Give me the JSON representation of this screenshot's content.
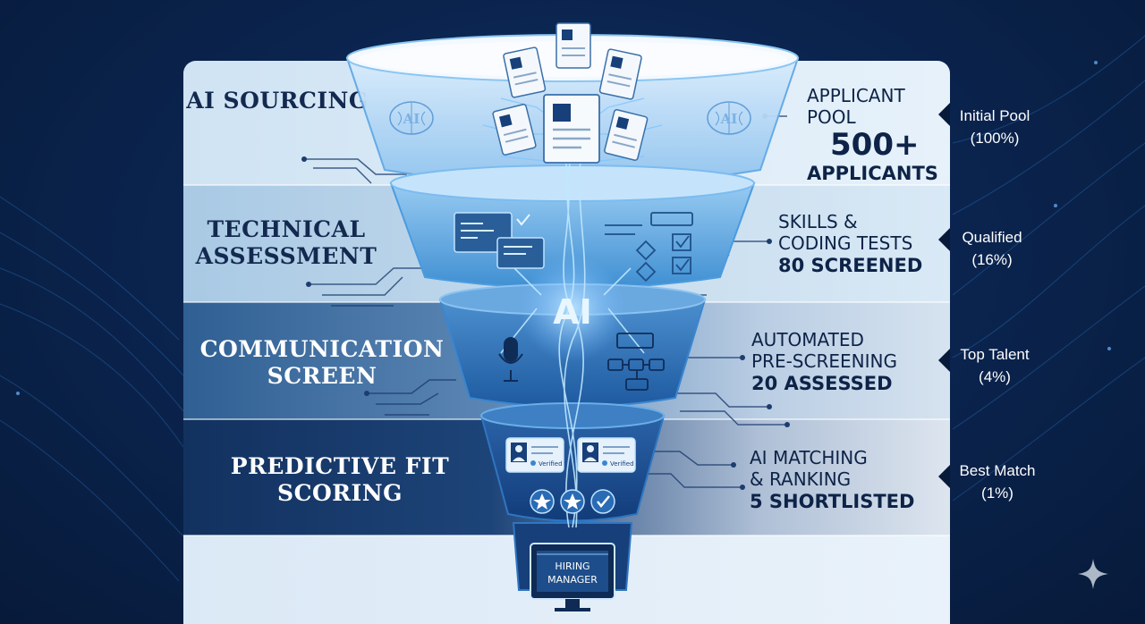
{
  "stages": [
    {
      "title": "AI SOURCING",
      "label": "APPLICANT POOL",
      "value_big": "500+",
      "value": "APPLICANTS",
      "pct_label": "Initial Pool",
      "pct_value": "(100%)"
    },
    {
      "title": "TECHNICAL ASSESSMENT",
      "label1": "SKILLS &",
      "label2": "CODING TESTS",
      "value": "80 SCREENED",
      "pct_label": "Qualified",
      "pct_value": "(16%)"
    },
    {
      "title": "COMMUNICATION SCREEN",
      "label1": "AUTOMATED",
      "label2": "PRE-SCREENING",
      "value": "20 ASSESSED",
      "pct_label": "Top Talent",
      "pct_value": "(4%)"
    },
    {
      "title": "PREDICTIVE FIT SCORING",
      "label1": "AI MATCHING",
      "label2": "& RANKING",
      "value": "5 SHORTLISTED",
      "pct_label": "Best Match",
      "pct_value": "(1%)"
    }
  ],
  "center_label": "AI",
  "brain_label": "AI",
  "verified_label": "Verified",
  "hiring_manager": "HIRING MANAGER",
  "hiring_line1": "HIRING",
  "hiring_line2": "MANAGER",
  "icons": [
    "resume-icon",
    "brain-icon",
    "code-window-icon",
    "flowchart-icon",
    "microphone-icon",
    "profile-card-icon",
    "star-badge-icon",
    "monitor-icon",
    "sparkle-icon"
  ]
}
